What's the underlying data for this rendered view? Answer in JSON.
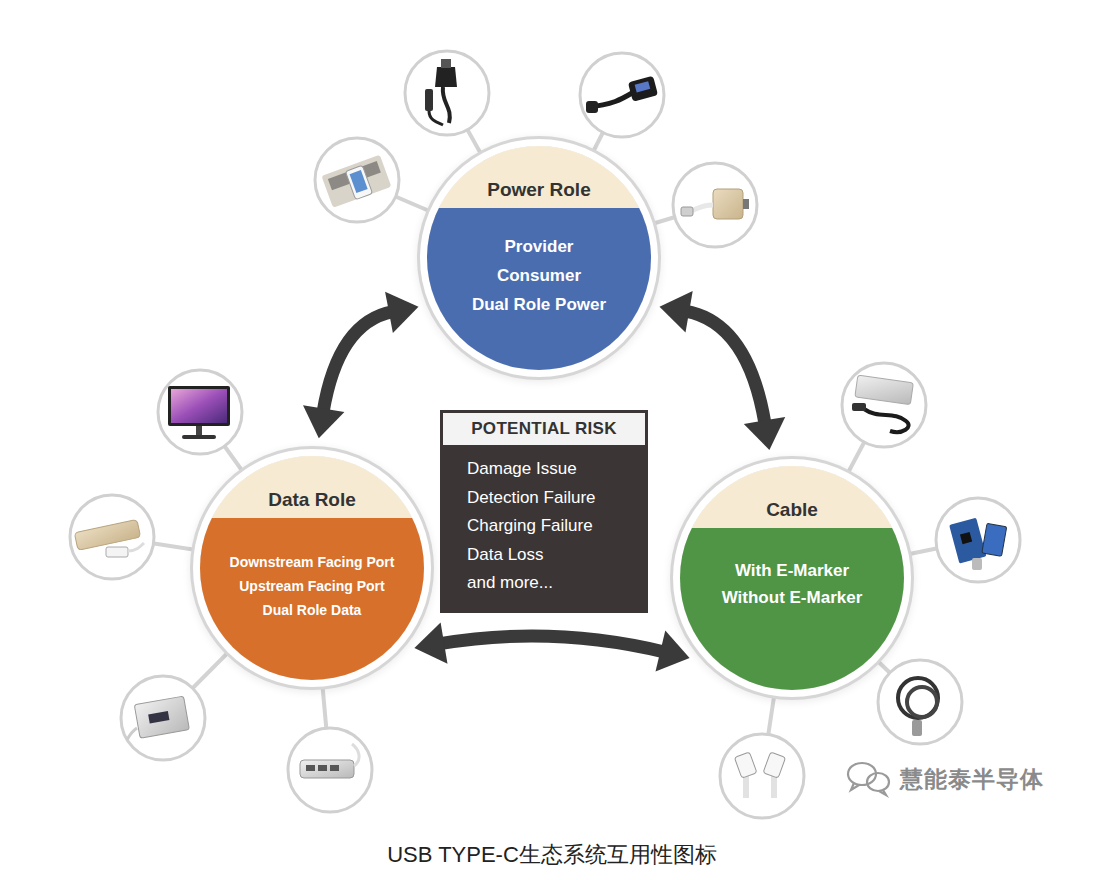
{
  "diagram": {
    "caption": "USB TYPE-C生态系统互用性图标",
    "nodes": [
      {
        "text": [
          "Power Role",
          "Provider",
          "Consumer",
          "Dual Role Power"
        ]
      },
      {
        "text": [
          "Data Role",
          "Downstream Facing Port",
          "Upstream Facing Port",
          "Dual Role Data"
        ]
      },
      {
        "text": [
          "Cable",
          "With E-Marker",
          "Without E-Marker"
        ]
      },
      {
        "text": [
          "POTENTIAL RISK",
          "Damage Issue",
          "Detection Failure",
          "Charging Failure",
          "Data Loss",
          "and more..."
        ]
      }
    ],
    "edges": [
      {
        "from": 0,
        "to": 1,
        "arrow": "both"
      },
      {
        "from": 0,
        "to": 2,
        "arrow": "both"
      },
      {
        "from": 1,
        "to": 2,
        "arrow": "both"
      }
    ],
    "labels": [
      "慧能泰半导体"
    ]
  }
}
